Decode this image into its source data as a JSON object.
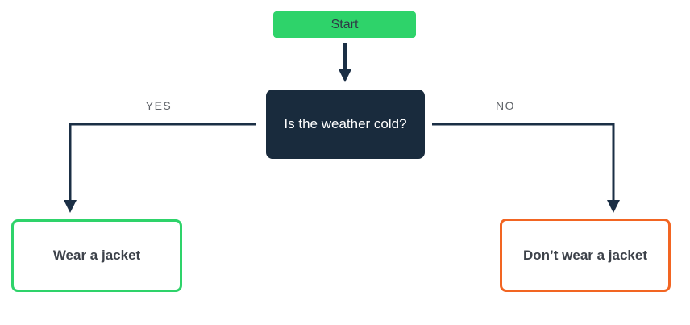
{
  "diagram": {
    "type": "flowchart",
    "nodes": {
      "start": {
        "label": "Start",
        "shape": "rounded-rect",
        "fill": "#2ed36a"
      },
      "decision": {
        "label": "Is the weather cold?",
        "shape": "rounded-rect",
        "fill": "#192b3d"
      },
      "outcome_yes": {
        "label": "Wear a jacket",
        "shape": "rounded-rect-outline",
        "border_color": "#2ed36a"
      },
      "outcome_no": {
        "label": "Don’t wear a jacket",
        "shape": "rounded-rect-outline",
        "border_color": "#f26522"
      }
    },
    "edges": {
      "start_to_decision": {
        "from": "start",
        "to": "decision",
        "label": ""
      },
      "yes": {
        "from": "decision",
        "to": "outcome_yes",
        "label": "YES"
      },
      "no": {
        "from": "decision",
        "to": "outcome_no",
        "label": "NO"
      }
    },
    "colors": {
      "background": "#ffffff",
      "node_green": "#2ed36a",
      "node_navy": "#192b3d",
      "outcome_green_border": "#2ed36a",
      "outcome_orange_border": "#f26522",
      "connector": "#1b2f45",
      "edge_label_gray": "#5f6368",
      "start_text": "#2e3a46",
      "decision_text": "#ffffff",
      "outcome_text": "#3d424a"
    }
  }
}
